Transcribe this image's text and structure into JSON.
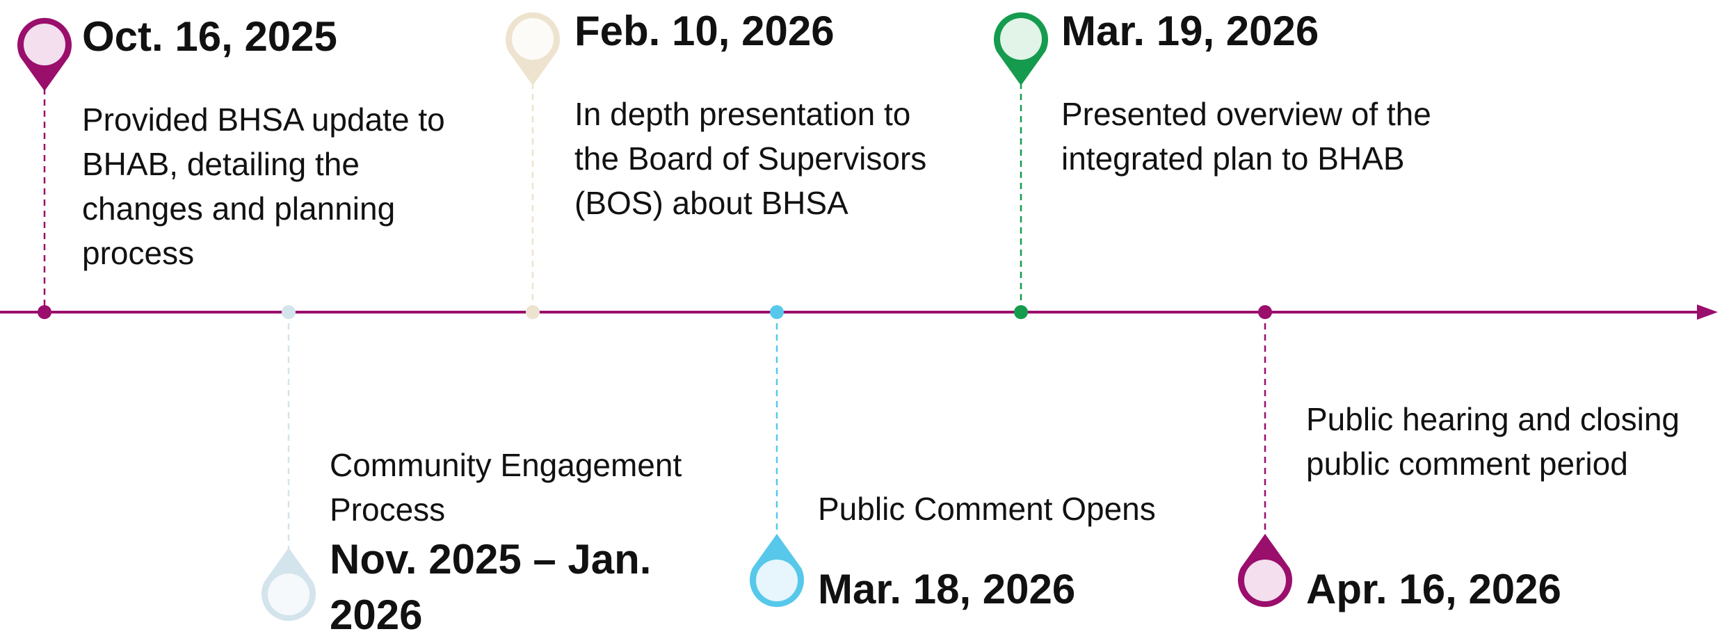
{
  "colors": {
    "axis": "#9a0e6c",
    "magenta": "#9a0e6c",
    "magenta_fill": "#f3dfee",
    "beige": "#ede3cf",
    "beige_fill": "#fdfbf7",
    "lightblue": "#d4e4ec",
    "lightblue_fill": "#f5f9fb",
    "cyan": "#57c8ea",
    "cyan_fill": "#e6f6fc",
    "green": "#159b4e",
    "green_fill": "#e2f3e8"
  },
  "events": [
    {
      "date": "Oct. 16, 2025",
      "description": "Provided BHSA update to BHAB, detailing the changes and planning process",
      "marker": "magenta",
      "position": "above"
    },
    {
      "date": "Nov. 2025 – Jan. 2026",
      "description": "Community Engagement Process",
      "marker": "lightblue",
      "position": "below"
    },
    {
      "date": "Feb. 10, 2026",
      "description": "In depth presentation to the Board of Supervisors (BOS) about BHSA",
      "marker": "beige",
      "position": "above"
    },
    {
      "date": "Mar. 18, 2026",
      "description": "Public Comment Opens",
      "marker": "cyan",
      "position": "below"
    },
    {
      "date": "Mar. 19, 2026",
      "description": "Presented overview of the integrated plan to BHAB",
      "marker": "green",
      "position": "above"
    },
    {
      "date": "Apr. 16, 2026",
      "description": "Public hearing and closing public comment period",
      "marker": "magenta",
      "position": "below"
    }
  ]
}
